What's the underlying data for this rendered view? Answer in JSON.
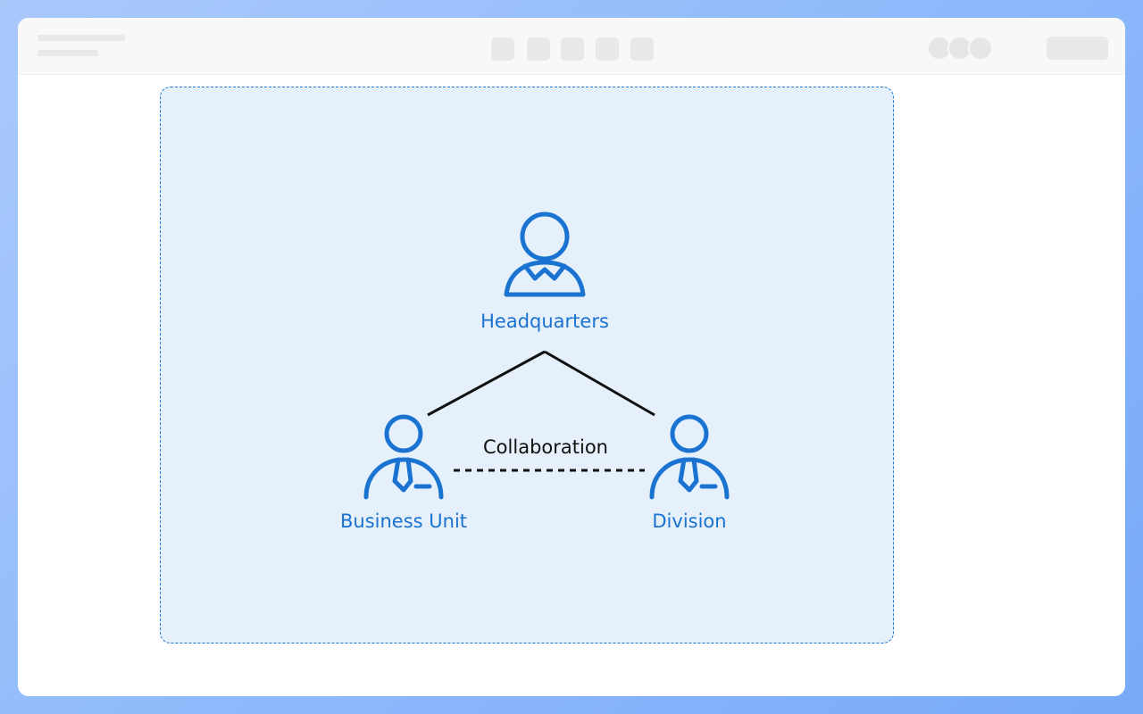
{
  "diagram": {
    "nodes": {
      "headquarters": {
        "label": "Headquarters"
      },
      "business_unit": {
        "label": "Business Unit"
      },
      "division": {
        "label": "Division"
      }
    },
    "edges": {
      "collaboration": {
        "label": "Collaboration"
      }
    }
  },
  "colors": {
    "accent": "#1a73d1",
    "frame_fill": "#e5f0fa",
    "line": "#111111"
  }
}
